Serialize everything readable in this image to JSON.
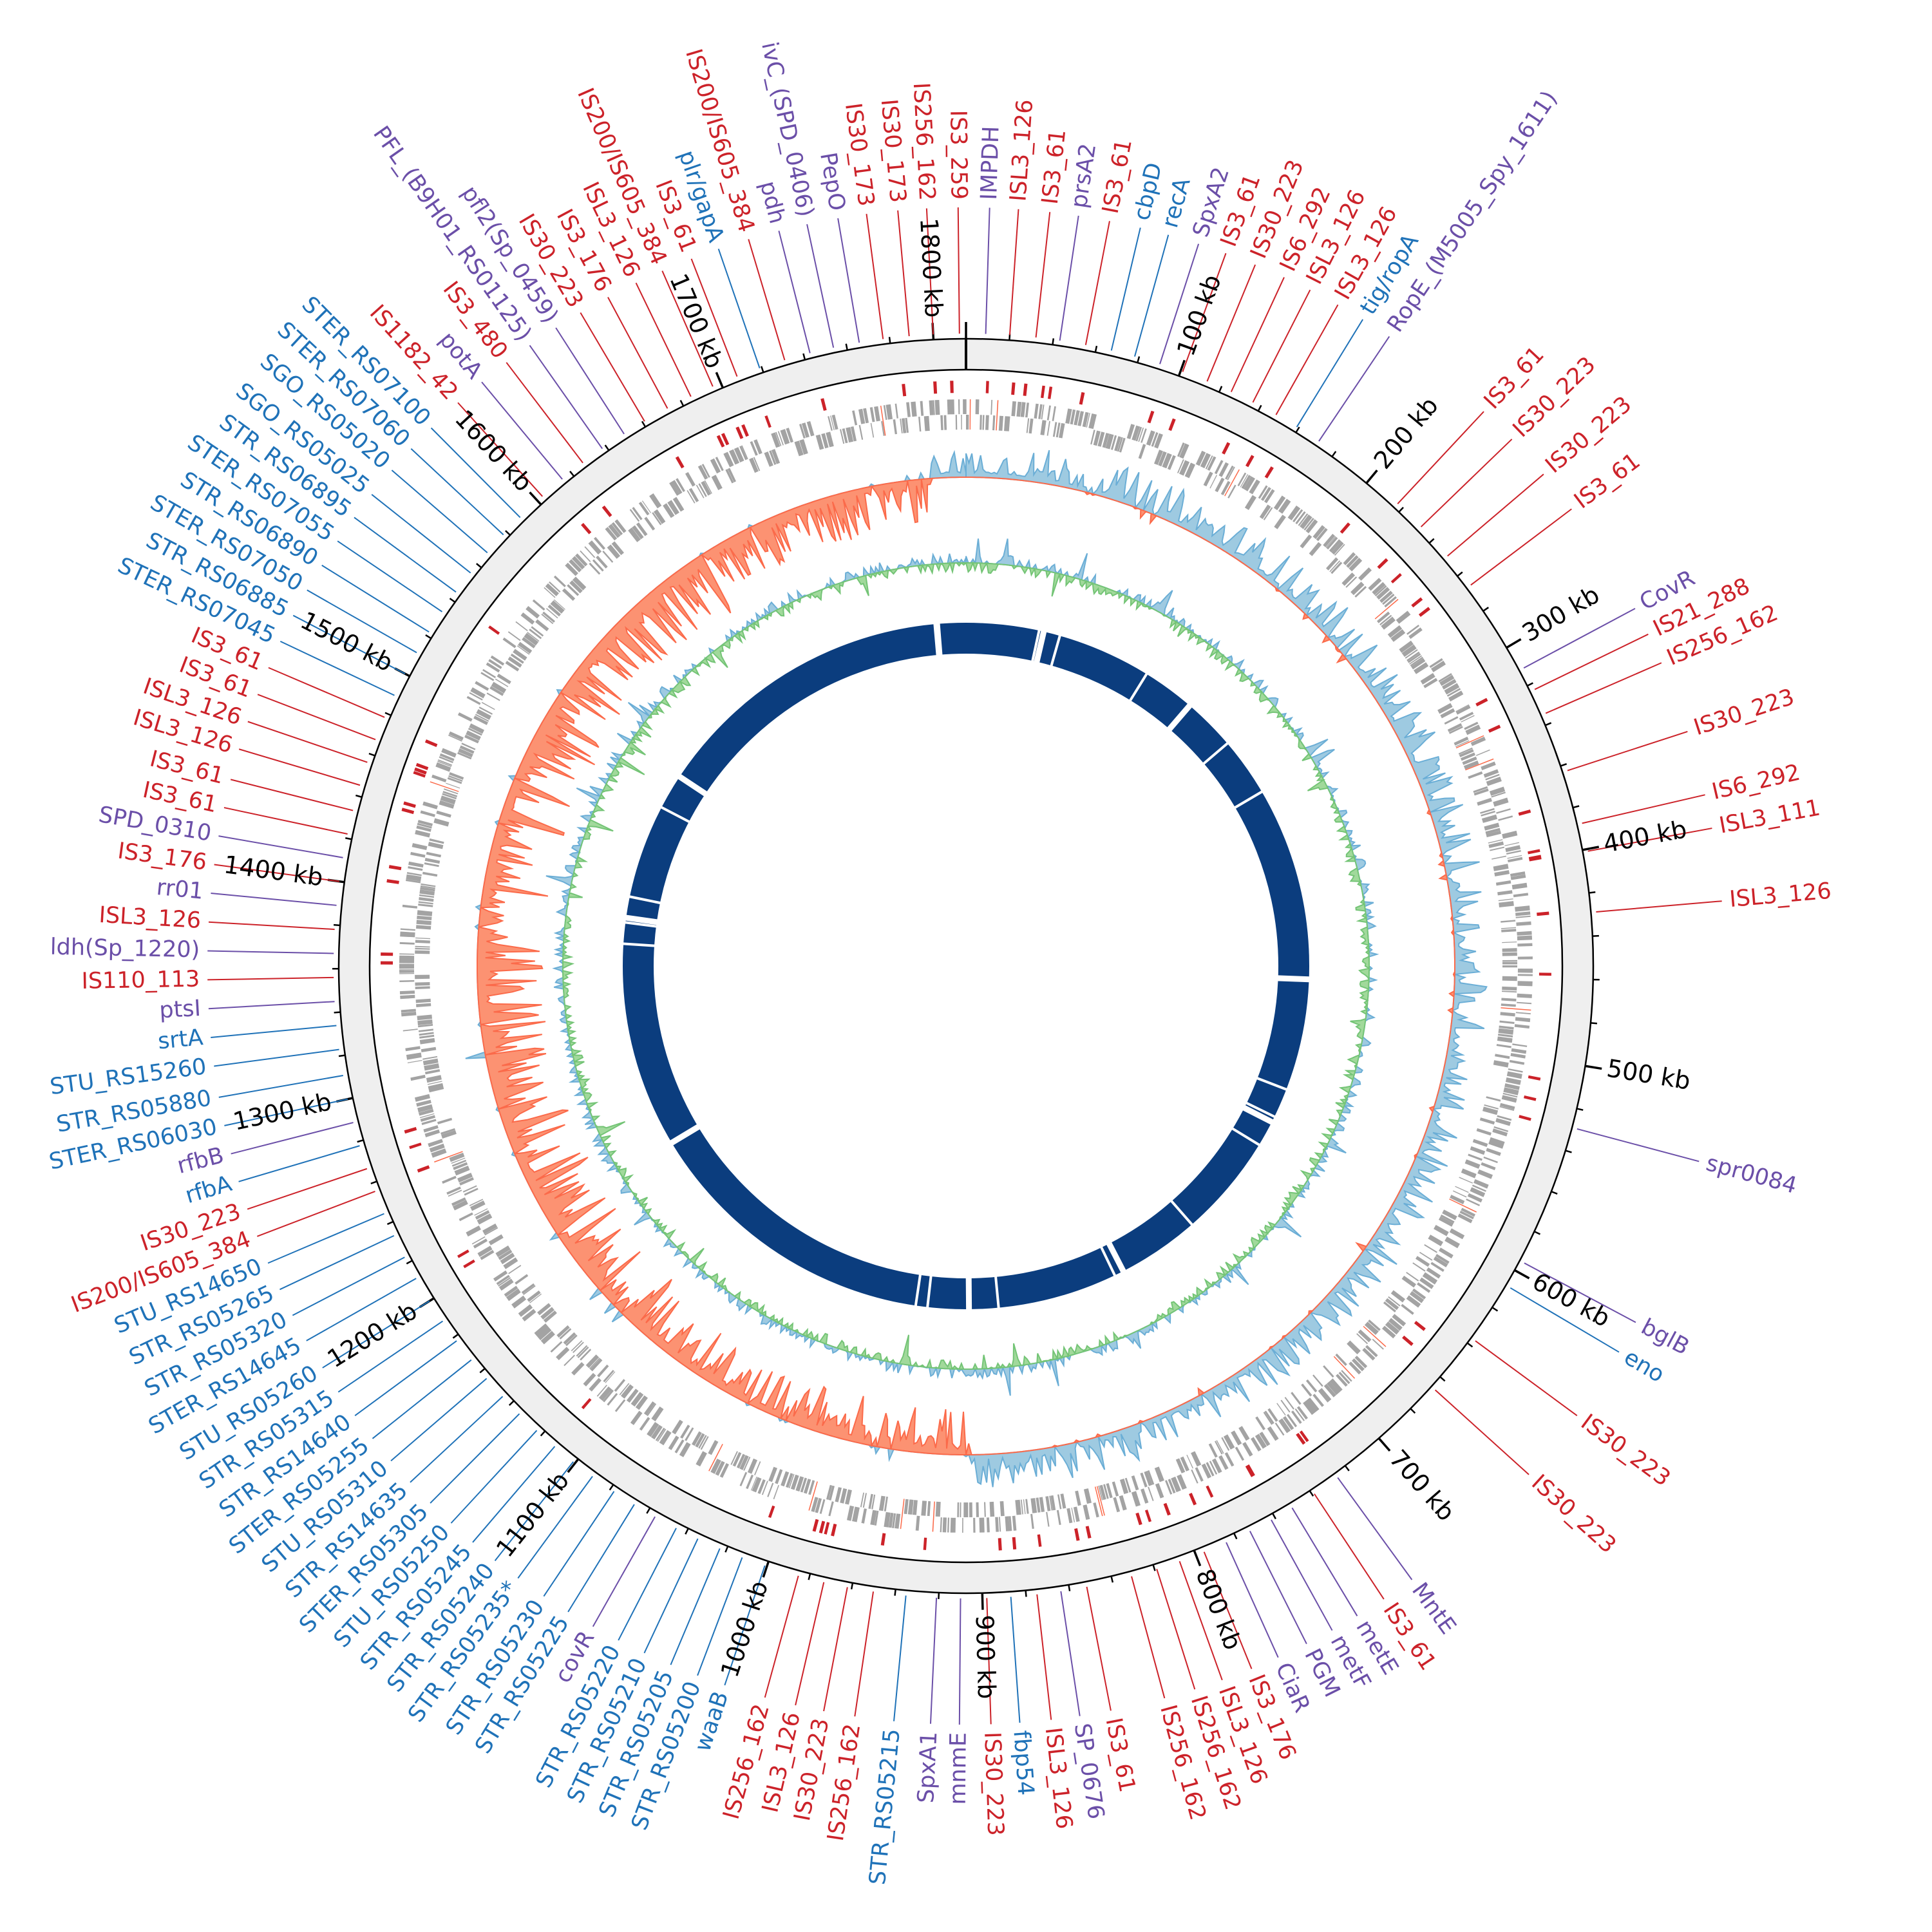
{
  "genome": {
    "length_kb": 1815,
    "tick_labels": [
      "100 kb",
      "200 kb",
      "300 kb",
      "400 kb",
      "500 kb",
      "600 kb",
      "700 kb",
      "800 kb",
      "900 kb",
      "1000 kb",
      "1100 kb",
      "1200 kb",
      "1300 kb",
      "1400 kb",
      "1500 kb",
      "1600 kb",
      "1700 kb",
      "1800 kb"
    ]
  },
  "colors": {
    "is": "#cc2229",
    "gene": "#6b4fa8",
    "locus": "#1f72b8",
    "ring": "#efefef",
    "genes_track": "#a3a3a3",
    "skew_pos": "#9ecae1",
    "skew_pos_line": "#6baed6",
    "skew_neg": "#fc9272",
    "skew_neg_line": "#fb6a4a",
    "gc_pos": "#9ecae1",
    "gc_neg": "#a1d99b",
    "gc_neg_line": "#74c476",
    "inner_ring": "#0b3d7e"
  },
  "inner_ring_gaps_kb": [
    1790,
    1792,
    62,
    66,
    80,
    160,
    205,
    250,
    300,
    465,
    560,
    585,
    590,
    612,
    700,
    770,
    778,
    880,
    905,
    940,
    950,
    1205,
    1380,
    1398,
    1402,
    1420,
    1500,
    1530
  ],
  "labels": [
    {
      "text": "IS1182_42",
      "kb": 1603,
      "type": "is"
    },
    {
      "text": "potA",
      "kb": 1615,
      "type": "gene"
    },
    {
      "text": "IS3_480",
      "kb": 1627,
      "type": "is"
    },
    {
      "text": "PFL_(B9H01_RS01125)",
      "kb": 1638,
      "type": "gene"
    },
    {
      "text": "pfl2(Sp_0459)",
      "kb": 1650,
      "type": "gene"
    },
    {
      "text": "IS30_223",
      "kb": 1661,
      "type": "is"
    },
    {
      "text": "IS3_176",
      "kb": 1673,
      "type": "is"
    },
    {
      "text": "ISL3_126",
      "kb": 1685,
      "type": "is"
    },
    {
      "text": "IS200/IS605_384",
      "kb": 1696,
      "type": "is"
    },
    {
      "text": "IS3_61",
      "kb": 1708,
      "type": "is"
    },
    {
      "text": "plr/gapA",
      "kb": 1719,
      "type": "locus"
    },
    {
      "text": "IS200/IS605_384",
      "kb": 1731,
      "type": "is"
    },
    {
      "text": "pdh",
      "kb": 1743,
      "type": "gene"
    },
    {
      "text": "ivC_(SPD_0406)",
      "kb": 1754,
      "type": "gene"
    },
    {
      "text": "PepO",
      "kb": 1766,
      "type": "gene"
    },
    {
      "text": "IS30_173",
      "kb": 1777,
      "type": "is"
    },
    {
      "text": "IS30_173",
      "kb": 1789,
      "type": "is"
    },
    {
      "text": "IS256_162",
      "kb": 1800,
      "type": "is"
    },
    {
      "text": "IS3_259",
      "kb": 1812,
      "type": "is"
    },
    {
      "text": "IMPDH",
      "kb": 9,
      "type": "gene"
    },
    {
      "text": "ISL3_126",
      "kb": 20,
      "type": "is"
    },
    {
      "text": "IS3_61",
      "kb": 32,
      "type": "is"
    },
    {
      "text": "prsA2",
      "kb": 43,
      "type": "gene"
    },
    {
      "text": "IS3_61",
      "kb": 55,
      "type": "is"
    },
    {
      "text": "cbpD",
      "kb": 67,
      "type": "locus"
    },
    {
      "text": "recA",
      "kb": 78,
      "type": "locus"
    },
    {
      "text": "SpxA2",
      "kb": 90,
      "type": "gene"
    },
    {
      "text": "IS3_61",
      "kb": 101,
      "type": "is"
    },
    {
      "text": "IS30_223",
      "kb": 113,
      "type": "is"
    },
    {
      "text": "IS6_292",
      "kb": 125,
      "type": "is"
    },
    {
      "text": "ISL3_126",
      "kb": 136,
      "type": "is"
    },
    {
      "text": "ISL3_126",
      "kb": 148,
      "type": "is"
    },
    {
      "text": "tig/ropA",
      "kb": 159,
      "type": "locus"
    },
    {
      "text": "RopE_(M5005_Spy_1611)",
      "kb": 171,
      "type": "gene"
    },
    {
      "text": "IS3_61",
      "kb": 217,
      "type": "is"
    },
    {
      "text": "IS30_223",
      "kb": 232,
      "type": "is"
    },
    {
      "text": "IS30_223",
      "kb": 250,
      "type": "is"
    },
    {
      "text": "IS3_61",
      "kb": 267,
      "type": "is"
    },
    {
      "text": "CovR",
      "kb": 312,
      "type": "gene"
    },
    {
      "text": "IS21_288",
      "kb": 323,
      "type": "is"
    },
    {
      "text": "IS256_162",
      "kb": 335,
      "type": "is"
    },
    {
      "text": "IS30_223",
      "kb": 363,
      "type": "is"
    },
    {
      "text": "IS6_292",
      "kb": 388,
      "type": "is"
    },
    {
      "text": "ISL3_111",
      "kb": 401,
      "type": "is"
    },
    {
      "text": "ISL3_126",
      "kb": 429,
      "type": "is"
    },
    {
      "text": "spr0084",
      "kb": 529,
      "type": "gene"
    },
    {
      "text": "bglB",
      "kb": 595,
      "type": "gene"
    },
    {
      "text": "eno",
      "kb": 608,
      "type": "locus"
    },
    {
      "text": "IS30_223",
      "kb": 637,
      "type": "is"
    },
    {
      "text": "IS30_223",
      "kb": 666,
      "type": "is"
    },
    {
      "text": "MntE",
      "kb": 726,
      "type": "gene"
    },
    {
      "text": "IS3_61",
      "kb": 739,
      "type": "is"
    },
    {
      "text": "metE",
      "kb": 751,
      "type": "gene"
    },
    {
      "text": "metF",
      "kb": 762,
      "type": "gene"
    },
    {
      "text": "PGM",
      "kb": 773,
      "type": "gene"
    },
    {
      "text": "CiaR",
      "kb": 785,
      "type": "gene"
    },
    {
      "text": "IS3_176",
      "kb": 796,
      "type": "is"
    },
    {
      "text": "ISL3_126",
      "kb": 808,
      "type": "is"
    },
    {
      "text": "IS256_162",
      "kb": 819,
      "type": "is"
    },
    {
      "text": "IS256_162",
      "kb": 831,
      "type": "is"
    },
    {
      "text": "IS3_61",
      "kb": 852,
      "type": "is"
    },
    {
      "text": "SP_0676",
      "kb": 864,
      "type": "gene"
    },
    {
      "text": "ISL3_126",
      "kb": 875,
      "type": "is"
    },
    {
      "text": "fbp54",
      "kb": 887,
      "type": "locus"
    },
    {
      "text": "IS30_223",
      "kb": 898,
      "type": "is"
    },
    {
      "text": "mnmE",
      "kb": 910,
      "type": "gene"
    },
    {
      "text": "SpxA1",
      "kb": 921,
      "type": "gene"
    },
    {
      "text": "STR_RS05215",
      "kb": 935,
      "type": "locus"
    },
    {
      "text": "IS256_162",
      "kb": 950,
      "type": "is"
    },
    {
      "text": "IS30_223",
      "kb": 962,
      "type": "is"
    },
    {
      "text": "ISL3_126",
      "kb": 973,
      "type": "is"
    },
    {
      "text": "IS256_162",
      "kb": 985,
      "type": "is"
    },
    {
      "text": "waaB",
      "kb": 1001,
      "type": "locus"
    },
    {
      "text": "STR_RS05200",
      "kb": 1012,
      "type": "locus"
    },
    {
      "text": "STR_RS05205",
      "kb": 1023,
      "type": "locus"
    },
    {
      "text": "STR_RS05210",
      "kb": 1034,
      "type": "locus"
    },
    {
      "text": "STR_RS05220",
      "kb": 1045,
      "type": "locus"
    },
    {
      "text": "covR",
      "kb": 1056,
      "type": "gene"
    },
    {
      "text": "STR_RS05225",
      "kb": 1067,
      "type": "locus"
    },
    {
      "text": "STR_RS05230",
      "kb": 1078,
      "type": "locus"
    },
    {
      "text": "STR_RS05235*",
      "kb": 1090,
      "type": "locus"
    },
    {
      "text": "STR_RS05240",
      "kb": 1101,
      "type": "locus"
    },
    {
      "text": "STR_RS05245",
      "kb": 1112,
      "type": "locus"
    },
    {
      "text": "STU_RS05250",
      "kb": 1123,
      "type": "locus"
    },
    {
      "text": "STER_RS05305",
      "kb": 1134,
      "type": "locus"
    },
    {
      "text": "STR_RS14635",
      "kb": 1145,
      "type": "locus"
    },
    {
      "text": "STU_RS05310",
      "kb": 1156,
      "type": "locus"
    },
    {
      "text": "STER_RS05255",
      "kb": 1167,
      "type": "locus"
    },
    {
      "text": "STR_RS14640",
      "kb": 1178,
      "type": "locus"
    },
    {
      "text": "STR_RS05315",
      "kb": 1189,
      "type": "locus"
    },
    {
      "text": "STU_RS05260",
      "kb": 1200,
      "type": "locus"
    },
    {
      "text": "STER_RS14645",
      "kb": 1212,
      "type": "locus"
    },
    {
      "text": "STR_RS05320",
      "kb": 1223,
      "type": "locus"
    },
    {
      "text": "STR_RS05265",
      "kb": 1234,
      "type": "locus"
    },
    {
      "text": "STU_RS14650",
      "kb": 1245,
      "type": "locus"
    },
    {
      "text": "IS200/IS605_384",
      "kb": 1256,
      "type": "is"
    },
    {
      "text": "IS30_223",
      "kb": 1267,
      "type": "is"
    },
    {
      "text": "rfbA",
      "kb": 1278,
      "type": "locus"
    },
    {
      "text": "rfbB",
      "kb": 1289,
      "type": "gene"
    },
    {
      "text": "STER_RS06030",
      "kb": 1300,
      "type": "locus"
    },
    {
      "text": "STR_RS05880",
      "kb": 1311,
      "type": "locus"
    },
    {
      "text": "STU_RS15260",
      "kb": 1323,
      "type": "locus"
    },
    {
      "text": "srtA",
      "kb": 1334,
      "type": "locus"
    },
    {
      "text": "ptsI",
      "kb": 1345,
      "type": "gene"
    },
    {
      "text": "IS110_113",
      "kb": 1356,
      "type": "is"
    },
    {
      "text": "ldh(Sp_1220)",
      "kb": 1367,
      "type": "gene"
    },
    {
      "text": "ISL3_126",
      "kb": 1378,
      "type": "is"
    },
    {
      "text": "rr01",
      "kb": 1389,
      "type": "gene"
    },
    {
      "text": "IS3_176",
      "kb": 1400,
      "type": "is"
    },
    {
      "text": "SPD_0310",
      "kb": 1411,
      "type": "gene"
    },
    {
      "text": "IS3_61",
      "kb": 1422,
      "type": "is"
    },
    {
      "text": "IS3_61",
      "kb": 1433,
      "type": "is"
    },
    {
      "text": "ISL3_126",
      "kb": 1445,
      "type": "is"
    },
    {
      "text": "ISL3_126",
      "kb": 1456,
      "type": "is"
    },
    {
      "text": "IS3_61",
      "kb": 1467,
      "type": "is"
    },
    {
      "text": "IS3_61",
      "kb": 1478,
      "type": "is"
    },
    {
      "text": "STER_RS07045",
      "kb": 1489,
      "type": "locus"
    },
    {
      "text": "STR_RS06885",
      "kb": 1500,
      "type": "locus"
    },
    {
      "text": "STER_RS07050",
      "kb": 1511,
      "type": "locus"
    },
    {
      "text": "STR_RS06890",
      "kb": 1522,
      "type": "locus"
    },
    {
      "text": "STER_RS07055",
      "kb": 1533,
      "type": "locus"
    },
    {
      "text": "STR_RS06895",
      "kb": 1544,
      "type": "locus"
    },
    {
      "text": "SGO_RS05025",
      "kb": 1555,
      "type": "locus"
    },
    {
      "text": "SGO_RS05020",
      "kb": 1567,
      "type": "locus"
    },
    {
      "text": "STER_RS07060",
      "kb": 1578,
      "type": "locus"
    },
    {
      "text": "STER_RS07100",
      "kb": 1589,
      "type": "locus"
    }
  ]
}
